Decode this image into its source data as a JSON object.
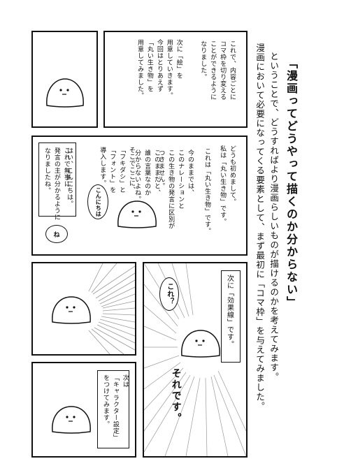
{
  "title": "「漫画ってどうやって描くのか分からない」",
  "intro": [
    "ということで、どうすればより漫画らしいものが描けるのかを考えてみます。",
    "漫画において必要になってくる要素として、まず最初に「コマ枠」を与えてみました。"
  ],
  "panels": {
    "p1": {
      "text": "これで、内容ごとに\nコマ枠を切り変える\nことができるように\nなりました。"
    },
    "p2": {
      "text": "次に「絵」を\n用意していきます。\n今回はとりあえず\n「丸い生き物」を\n用意してみました。"
    },
    "p3": {
      "text1": "どうも初めまして。\n私は「丸い生き物」です。",
      "text2": "これは「丸い生き物」です。",
      "text3": "今のままでは、\nこのナレーションと\nこの生き物の発言に区別が\nつきません。",
      "text4": "このままだと、\n誰の言葉なのか\n分からないよね。",
      "text5": "そこでここに、\n「フキダシ」と\n「フォント」を\n導入します。",
      "bubble": "こんにちは",
      "text6": "はい、こんにちは。",
      "text7": "これで無事に\n発言の主が分かるように\nなりましたね。",
      "bubble2": "ね"
    },
    "p4": {
      "narration": "次に「効果線」です。",
      "bubble": "これ？",
      "shout": "それです。"
    },
    "p5": {
      "text": "次は\n「キャラクター設定」\nをつけてみます。"
    }
  },
  "colors": {
    "ink": "#111111",
    "paper": "#ffffff",
    "line": "#9a9a9a"
  }
}
